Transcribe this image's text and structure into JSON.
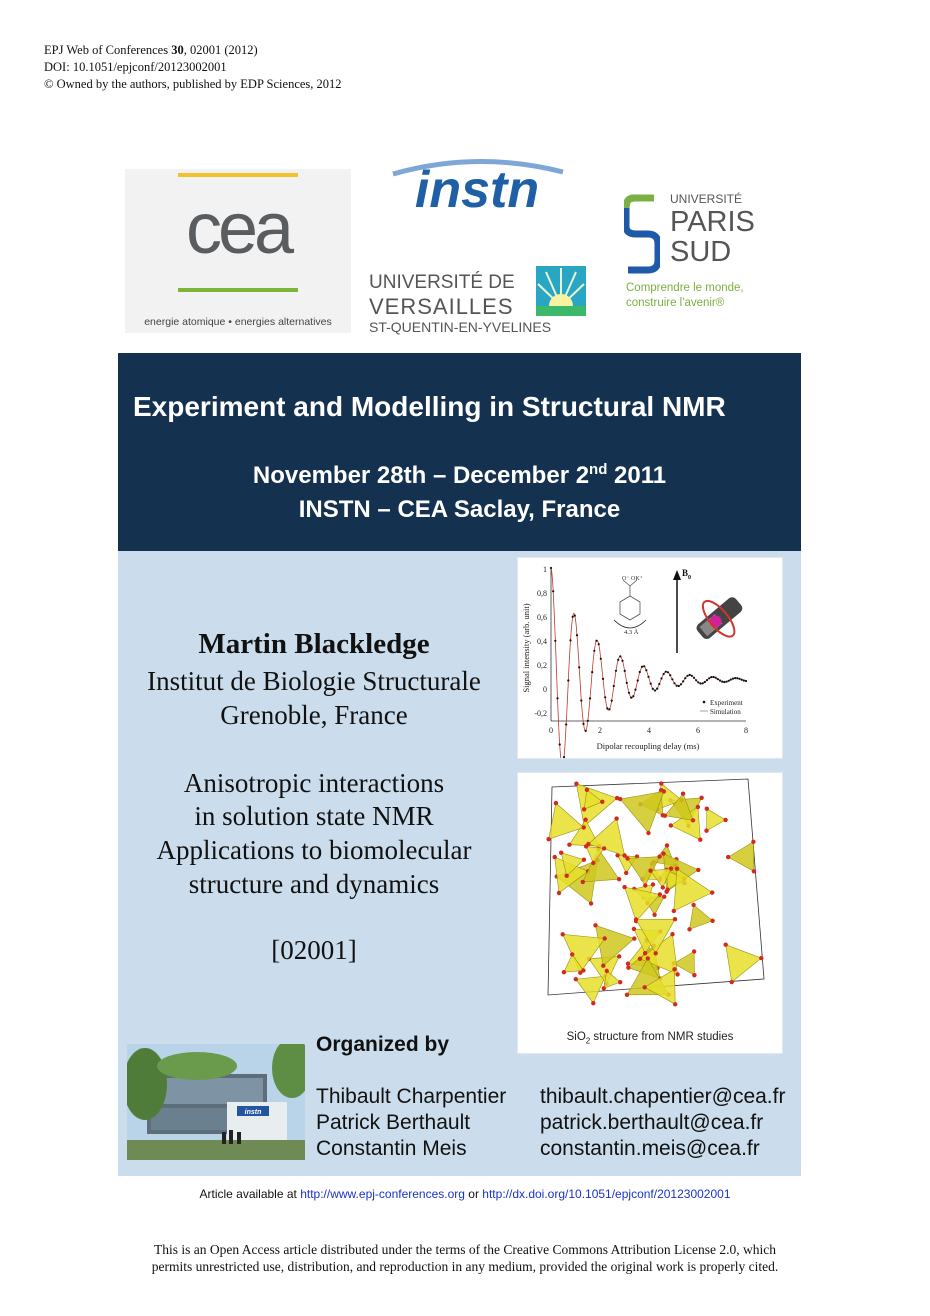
{
  "header": {
    "line1_prefix": "EPJ Web of Conferences ",
    "line1_volume": "30",
    "line1_suffix": ", 02001 (2012)",
    "line2": "DOI: 10.1051/epjconf/20123002001",
    "line3": "© Owned by the authors, published by EDP Sciences, 2012"
  },
  "logos": {
    "cea_text": "cea",
    "cea_tagline": "energie atomique • energies alternatives",
    "instn_text": "instn",
    "uvsq_line1": "UNIVERSITÉ DE",
    "uvsq_line2": "VERSAILLES",
    "uvsq_line3": "ST-QUENTIN-EN-YVELINES",
    "paris_sud_line1": "UNIVERSITÉ",
    "paris_sud_line2": "PARIS",
    "paris_sud_line3": "SUD",
    "paris_sud_motto1": "Comprendre le monde,",
    "paris_sud_motto2": "construire l'avenir®"
  },
  "banner": {
    "title": "Experiment and Modelling in Structural NMR",
    "dates_prefix": "November 28th – December 2",
    "dates_sup": "nd",
    "dates_suffix": " 2011",
    "location": "INSTN – CEA Saclay, France"
  },
  "speaker": {
    "name": "Martin Blackledge",
    "affiliation1": "Institut de Biologie Structurale",
    "affiliation2": "Grenoble, France",
    "talk1": "Anisotropic interactions",
    "talk2": "in solution state NMR",
    "talk3": "Applications to biomolecular",
    "talk4": "structure and dynamics",
    "number": "[02001]"
  },
  "figure1": {
    "ylabel": "Signal intensity (arb. unit)",
    "xlabel": "Dipolar recoupling delay (ms)",
    "yticks": [
      "1",
      "0,8",
      "0,6",
      "0,4",
      "0,2",
      "0",
      "-0,2"
    ],
    "xticks": [
      "0",
      "2",
      "4",
      "6",
      "8"
    ],
    "legend_exp": "Experiment",
    "legend_sim": "Simulation",
    "annotation": "4.3 Å",
    "field_label": "B",
    "field_sub": "0",
    "mol_label": "O⁻ OK⁺"
  },
  "figure2": {
    "caption_prefix": "SiO",
    "caption_sub": "2",
    "caption_suffix": " structure from NMR studies"
  },
  "organizers": {
    "heading": "Organized by",
    "people": [
      {
        "name": "Thibault Charpentier",
        "email": "thibault.chapentier@cea.fr"
      },
      {
        "name": "Patrick Berthault",
        "email": "patrick.berthault@cea.fr"
      },
      {
        "name": "Constantin Meis",
        "email": "constantin.meis@cea.fr"
      }
    ],
    "photo_sign": "instn"
  },
  "footer": {
    "article_prefix": "Article available at ",
    "link1": "http://www.epj-conferences.org",
    "or": " or ",
    "link2": "http://dx.doi.org/10.1051/epjconf/20123002001",
    "license1": "This is an Open Access article distributed under the terms of the Creative Commons Attribution License 2.0, which",
    "license2": "permits unrestricted use, distribution, and reproduction in any medium, provided the original work is properly cited."
  },
  "colors": {
    "banner": "#14314f",
    "panel": "#cbddec",
    "instn_blue": "#1f5fa5",
    "paris_sud_green": "#7bb043",
    "link": "#1b33c8"
  }
}
